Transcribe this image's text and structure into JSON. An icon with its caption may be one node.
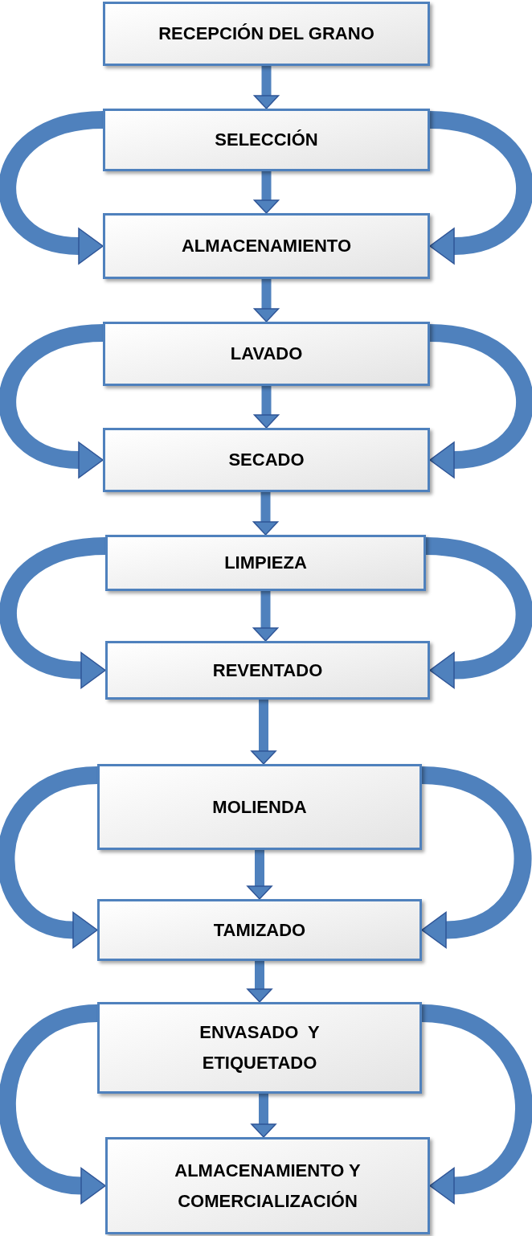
{
  "diagram": {
    "nodes": [
      {
        "text": [
          "RECEPCIÓN DEL GRANO"
        ]
      },
      {
        "text": [
          "SELECCIÓN"
        ]
      },
      {
        "text": [
          "ALMACENAMIENTO"
        ]
      },
      {
        "text": [
          "LAVADO"
        ]
      },
      {
        "text": [
          "SECADO"
        ]
      },
      {
        "text": [
          "LIMPIEZA"
        ]
      },
      {
        "text": [
          "REVENTADO"
        ]
      },
      {
        "text": [
          "MOLIENDA"
        ]
      },
      {
        "text": [
          "TAMIZADO"
        ]
      },
      {
        "text": [
          "ENVASADO  Y ETIQUETADO"
        ]
      },
      {
        "text": [
          "ALMACENAMIENTO Y COMERCIALIZACIÓN"
        ]
      }
    ],
    "edges": [
      {
        "from": 0,
        "to": 1,
        "arrow": "to"
      },
      {
        "from": 1,
        "to": 2,
        "arrow": "to"
      },
      {
        "from": 2,
        "to": 3,
        "arrow": "to"
      },
      {
        "from": 3,
        "to": 4,
        "arrow": "to"
      },
      {
        "from": 4,
        "to": 5,
        "arrow": "to"
      },
      {
        "from": 5,
        "to": 6,
        "arrow": "to"
      },
      {
        "from": 6,
        "to": 7,
        "arrow": "to"
      },
      {
        "from": 7,
        "to": 8,
        "arrow": "to"
      },
      {
        "from": 8,
        "to": 9,
        "arrow": "to"
      },
      {
        "from": 9,
        "to": 10,
        "arrow": "to"
      },
      {
        "from": 1,
        "to": 2,
        "arrow": "to",
        "style": "thick"
      },
      {
        "from": 1,
        "to": 2,
        "arrow": "to",
        "style": "thick"
      },
      {
        "from": 3,
        "to": 4,
        "arrow": "to",
        "style": "thick"
      },
      {
        "from": 3,
        "to": 4,
        "arrow": "to",
        "style": "thick"
      },
      {
        "from": 5,
        "to": 6,
        "arrow": "to",
        "style": "thick"
      },
      {
        "from": 5,
        "to": 6,
        "arrow": "to",
        "style": "thick"
      },
      {
        "from": 7,
        "to": 8,
        "arrow": "to",
        "style": "thick"
      },
      {
        "from": 7,
        "to": 8,
        "arrow": "to",
        "style": "thick"
      },
      {
        "from": 9,
        "to": 10,
        "arrow": "to",
        "style": "thick"
      },
      {
        "from": 9,
        "to": 10,
        "arrow": "to",
        "style": "thick"
      }
    ]
  }
}
